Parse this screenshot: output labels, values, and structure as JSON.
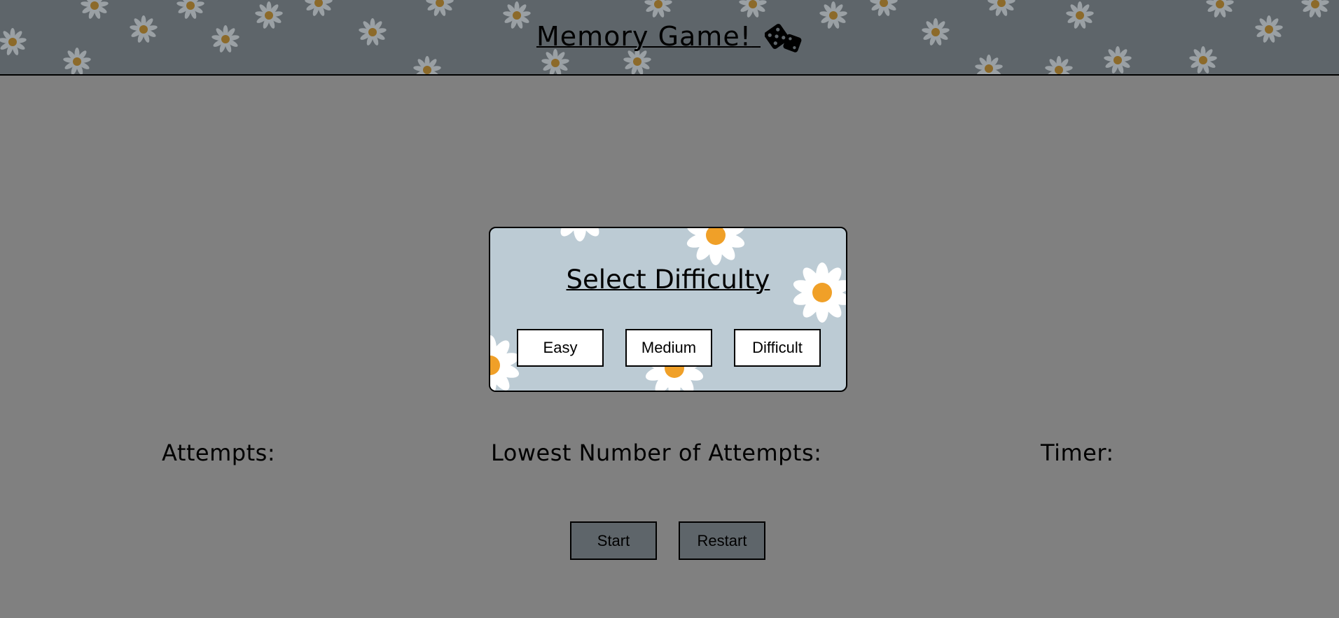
{
  "header": {
    "title": "Memory Game!",
    "title_icon": "dice-icon",
    "background_color": "#5e656a",
    "pattern_icon": "daisy-icon"
  },
  "difficulty": {
    "title": "Select Difficulty",
    "background_color": "#bccbd4",
    "options": [
      "Easy",
      "Medium",
      "Difficult"
    ]
  },
  "stats": {
    "attempts_label": "Attempts:",
    "lowest_attempts_label": "Lowest Number of Attempts:",
    "timer_label": "Timer:"
  },
  "controls": {
    "start_label": "Start",
    "restart_label": "Restart",
    "button_color": "#5e656a"
  },
  "colors": {
    "page_background": "#808080",
    "flower_petal": "#ffffff",
    "flower_center": "#f0a028"
  }
}
